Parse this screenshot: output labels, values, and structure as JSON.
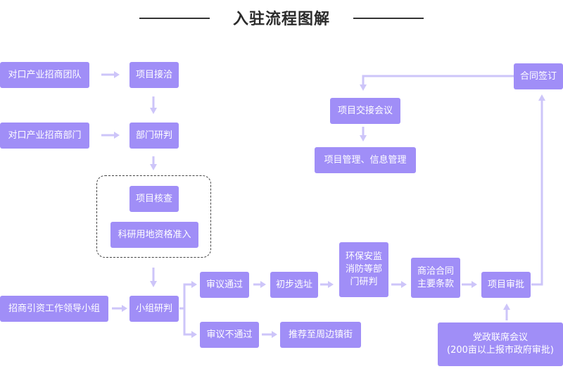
{
  "title": "入驻流程图解",
  "colors": {
    "node": "#a08ef7",
    "arrow": "#cdc5f9",
    "text_on_node": "#ffffff",
    "title": "#2b2b2b"
  },
  "nodes": {
    "team_a": "对口产业招商团队",
    "contact": "项目接洽",
    "team_b": "对口产业招商部门",
    "dept_review": "部门研判",
    "verify": "项目核查",
    "land": "科研用地资格准入",
    "leadgroup": "招商引资工作领导小组",
    "group_review": "小组研判",
    "pass": "审议通过",
    "fail": "审议不通过",
    "site": "初步选址",
    "recommend": "推荐至周边镇街",
    "env_line1": "环保安监",
    "env_line2": "消防等部",
    "env_line3": "门研判",
    "terms_line1": "商洽合同",
    "terms_line2": "主要条款",
    "approve": "项目审批",
    "party_line1": "党政联席会议",
    "party_line2": "(200亩以上报市政府审批)",
    "sign": "合同签订",
    "handover": "项目交接会议",
    "manage": "项目管理、信息管理"
  }
}
